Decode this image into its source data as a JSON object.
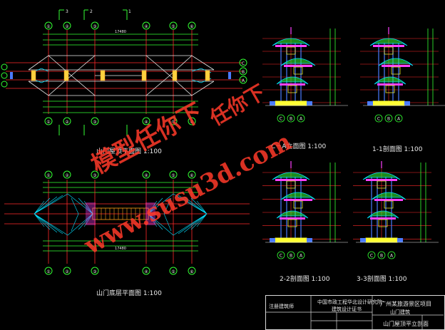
{
  "colors": {
    "background": "#000000",
    "axis_grid": "#ff2a2a",
    "dimension": "#33ff33",
    "roof": "#00e0ff",
    "eaves": "#ff40ff",
    "column": "#4a7bff",
    "base": "#ffff33",
    "text": "#eaeaea",
    "watermark": "#ff3a2a"
  },
  "top_plan": {
    "axis_labels_top": [
      "①",
      "②",
      "③",
      "④",
      "⑤",
      "⑥"
    ],
    "axis_labels_bottom": [
      "①",
      "②",
      "③",
      "④",
      "⑤",
      "⑥"
    ],
    "axis_labels_left": [
      "A",
      "B",
      "C"
    ],
    "axis_labels_right": [
      "A",
      "B",
      "C"
    ],
    "section_marks": [
      "3",
      "2",
      "1"
    ],
    "overall_dim": "17480",
    "caption": "山门屋顶平面图 1:100"
  },
  "bottom_plan": {
    "axis_labels_top": [
      "①",
      "②",
      "③",
      "④",
      "⑤",
      "⑥"
    ],
    "axis_labels_bottom": [
      "①",
      "②",
      "③",
      "④",
      "⑤",
      "⑥"
    ],
    "overall_dim": "17480",
    "caption": "山门底层平面图 1:100"
  },
  "elevations": [
    {
      "caption": "C－A立面图 1:100",
      "axis_labels": [
        "C",
        "B",
        "A"
      ]
    },
    {
      "caption": "1-1剖面图 1:100",
      "axis_labels": [
        "C",
        "B",
        "A"
      ]
    },
    {
      "caption": "2-2剖面图 1:100",
      "axis_labels": [
        "C",
        "B",
        "A"
      ]
    },
    {
      "caption": "3-3剖面图 1:100",
      "axis_labels": [
        "C",
        "B",
        "A"
      ]
    }
  ],
  "title_block": {
    "company": "中国市政工程华北设计研究院",
    "cert": "建筑设计证书",
    "owner": "注册建筑师",
    "project": "广州某旅游景区项目",
    "sub_project": "山门建筑",
    "drawing": "山门屋顶平立剖面"
  },
  "watermarks": [
    "模型任你下",
    "www.susu3d.com",
    "任你下"
  ]
}
